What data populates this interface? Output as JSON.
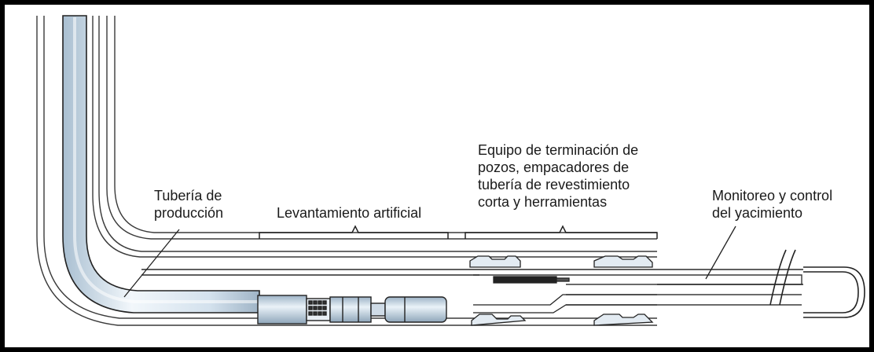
{
  "diagram": {
    "labels": {
      "production_tubing": [
        "Tubería de",
        "producción"
      ],
      "artificial_lift": [
        "Levantamiento artificial"
      ],
      "completion_equipment": [
        "Equipo de terminación de",
        "pozos, empacadores de",
        "tubería de revestimiento",
        "corta y herramientas"
      ],
      "reservoir_monitoring": [
        "Monitoreo y control",
        "del yacimiento"
      ]
    },
    "colors": {
      "pipe_fill": "#dbe7f1",
      "pipe_highlight": "#f3f8fc",
      "pipe_shadow": "#9fb4c6",
      "outline": "#222222",
      "frame": "#000000"
    }
  }
}
